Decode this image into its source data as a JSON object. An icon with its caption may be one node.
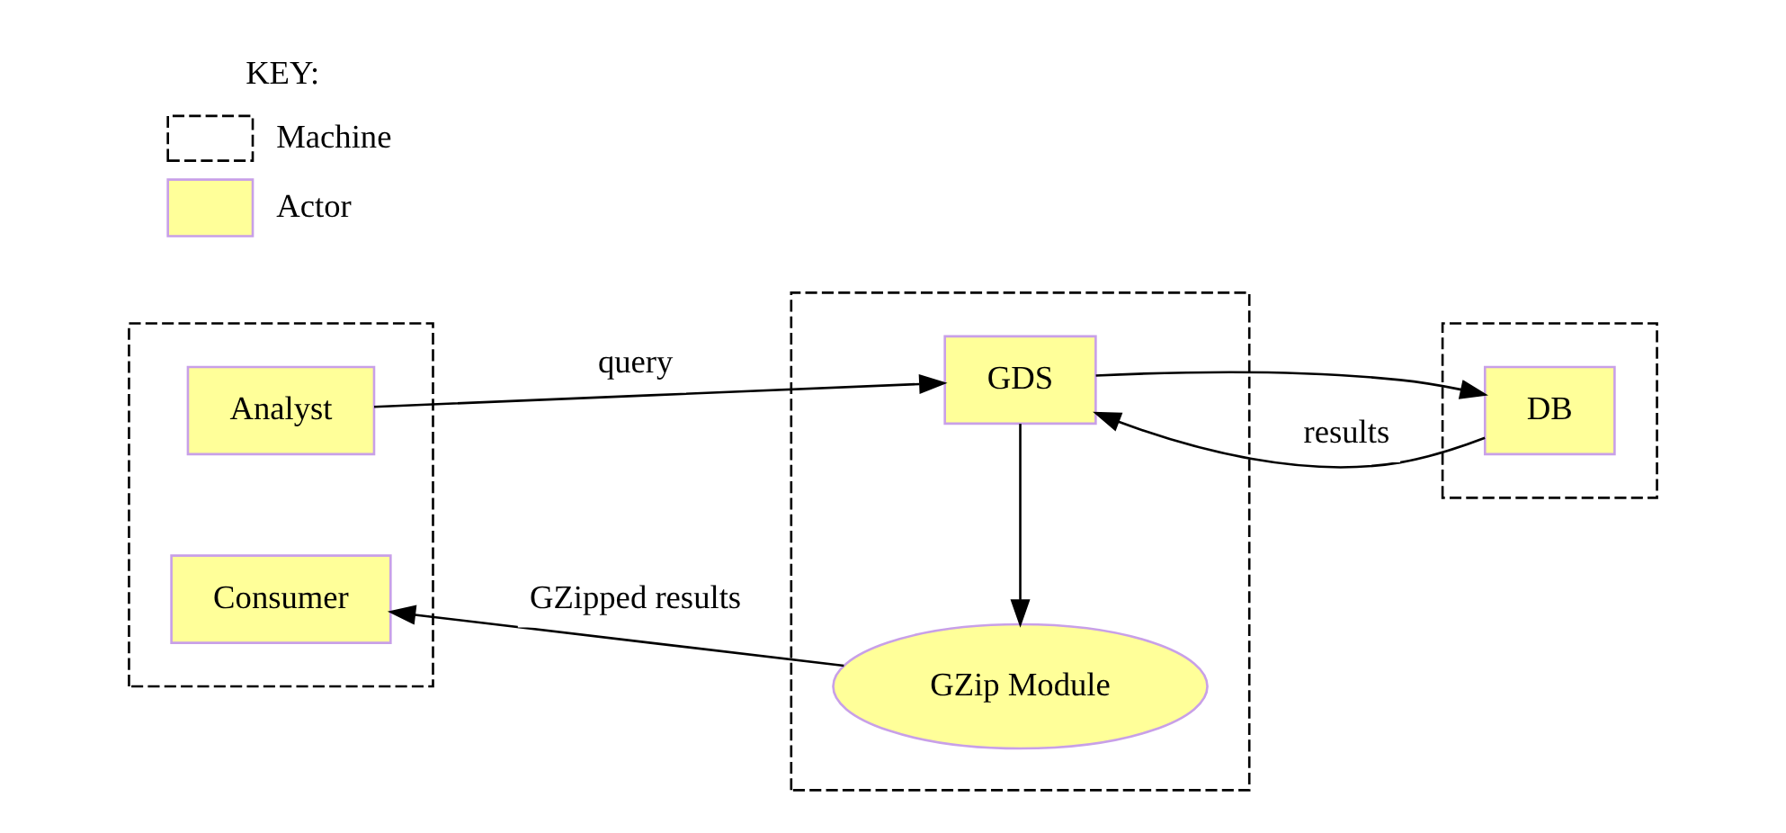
{
  "diagram": {
    "nodes": [
      {
        "text": [],
        "shape": "box"
      },
      {
        "text": [
          "Analyst"
        ],
        "in": 0
      },
      {
        "text": [
          "Consumer"
        ],
        "in": 0
      },
      {
        "text": [],
        "shape": "box"
      },
      {
        "text": [
          "GDS"
        ],
        "in": 3
      },
      {
        "text": [
          "GZip Module"
        ],
        "in": 3
      },
      {
        "text": [],
        "shape": "box"
      },
      {
        "text": [
          "DB"
        ],
        "in": 6
      }
    ],
    "edges": [
      {
        "from": 1,
        "to": 4,
        "arrow": "to",
        "label": "query"
      },
      {
        "from": 4,
        "to": 5,
        "arrow": "to"
      },
      {
        "from": 5,
        "to": 2,
        "arrow": "to",
        "label": "GZipped results"
      },
      {
        "from": 4,
        "to": 7,
        "arrow": "to"
      },
      {
        "from": 7,
        "to": 4,
        "arrow": "to",
        "label": "results"
      }
    ],
    "labels": [
      "KEY:"
    ],
    "legend": [
      {
        "text": "Machine"
      },
      {
        "text": "Actor",
        "color": "#ffff99"
      }
    ]
  }
}
